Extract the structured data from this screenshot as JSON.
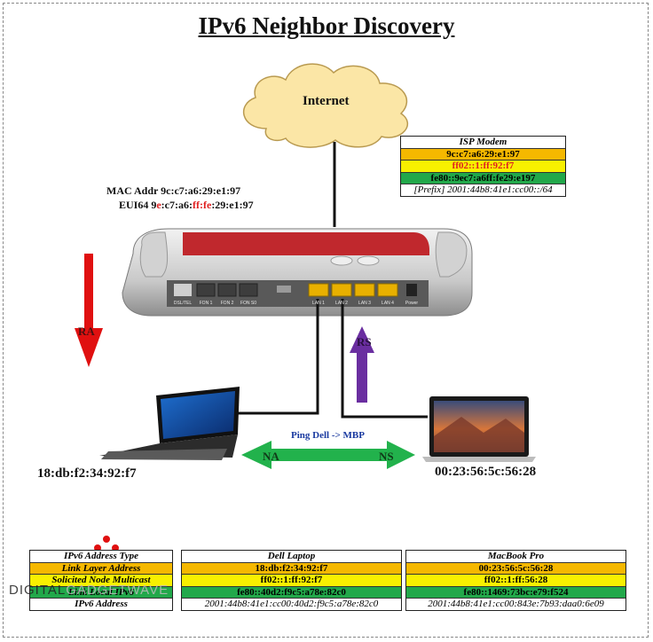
{
  "title": "IPv6 Neighbor Discovery",
  "cloud_label": "Internet",
  "router": {
    "mac_line": "MAC Addr 9c:c7:a6:29:e1:97",
    "eui_prefix": "EUI64 9",
    "eui_red1": "e",
    "eui_mid": ":c7:a6:",
    "eui_red2": "ff:fe",
    "eui_suffix": ":29:e1:97"
  },
  "isp_table": {
    "header": "ISP Modem",
    "mac": "9c:c7:a6:29:e1:97",
    "multicast": "ff02::1:ff:92:f7",
    "link_local": "fe80::9ec7:a6ff:fe29:e197",
    "prefix": "[Prefix] 2001:44b8:41e1:cc00::/64"
  },
  "arrows": {
    "ra": "RA",
    "rs": "RS",
    "na": "NA",
    "ns": "NS",
    "ping": "Ping Dell -> MBP"
  },
  "dell_mac": "18:db:f2:34:92:f7",
  "mbp_mac": "00:23:56:5c:56:28",
  "types_table": {
    "header": "IPv6 Address Type",
    "rows": [
      "Link Layer Address",
      "Solicited Node Multicast",
      "Link Local IPv6",
      "IPv6 Address"
    ]
  },
  "dell_table": {
    "header": "Dell Laptop",
    "rows": [
      "18:db:f2:34:92:f7",
      "ff02::1:ff:92:f7",
      "fe80::40d2:f9c5:a78e:82c0",
      "2001:44b8:41e1:cc00:40d2:f9c5:a78e:82c0"
    ]
  },
  "mbp_table": {
    "header": "MacBook Pro",
    "rows": [
      "00:23:56:5c:56:28",
      "ff02::1:ff:56:28",
      "fe80::1469:73bc:e79:f524",
      "2001:44b8:41e1:cc00:843e:7b93:daa0:6e09"
    ]
  },
  "router_ports": [
    "DSL/TEL",
    "FON 1",
    "FON 2",
    "FON S0",
    "LAN 1",
    "LAN 2",
    "LAN 3",
    "LAN 4",
    "Power"
  ],
  "watermark": {
    "part1": "DIGITAL",
    "part2": "GADGETWAVE"
  },
  "colors": {
    "router_red": "#c0282d",
    "ra_arrow": "#e01010",
    "rs_arrow": "#6a2ea0",
    "na_ns_arrow": "#22b24c",
    "cloud": "#fbe6a6",
    "row_orange": "#f5b800",
    "row_yellow": "#f8f000",
    "row_green": "#22a84a"
  }
}
